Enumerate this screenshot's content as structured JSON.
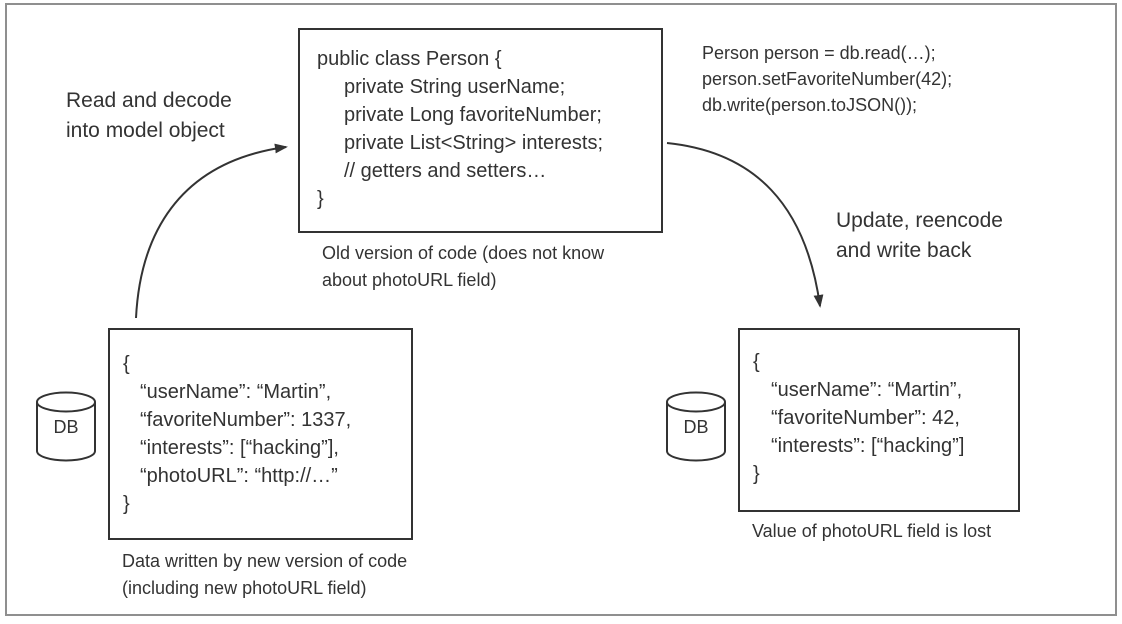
{
  "labels": {
    "read_decode": [
      "Read and decode",
      "into model object"
    ],
    "update_write": [
      "Update, reencode",
      "and write back"
    ]
  },
  "class_box": {
    "lines": [
      "public class Person {",
      "private String userName;",
      "private Long favoriteNumber;",
      "private List<String> interests;",
      "// getters and setters…",
      "}"
    ],
    "caption": [
      "Old version of code (does not know",
      "about photoURL field)"
    ]
  },
  "update_code": {
    "lines": [
      "Person person = db.read(…);",
      "person.setFavoriteNumber(42);",
      "db.write(person.toJSON());"
    ]
  },
  "db_left": {
    "label": "DB"
  },
  "db_right": {
    "label": "DB"
  },
  "json_left": {
    "lines": [
      "{",
      "“userName”: “Martin”,",
      "“favoriteNumber”: 1337,",
      "“interests”: [“hacking”],",
      "“photoURL”: “http://…”",
      "}"
    ],
    "caption": [
      "Data written by new version of code",
      "(including new photoURL field)"
    ]
  },
  "json_right": {
    "lines": [
      "{",
      "“userName”: “Martin”,",
      "“favoriteNumber”: 42,",
      "“interests”: [“hacking”]",
      "}"
    ],
    "caption": [
      "Value of photoURL field is lost"
    ]
  },
  "colors": {
    "ink": "#333333",
    "frame": "#8f8f8f",
    "background": "#ffffff"
  }
}
